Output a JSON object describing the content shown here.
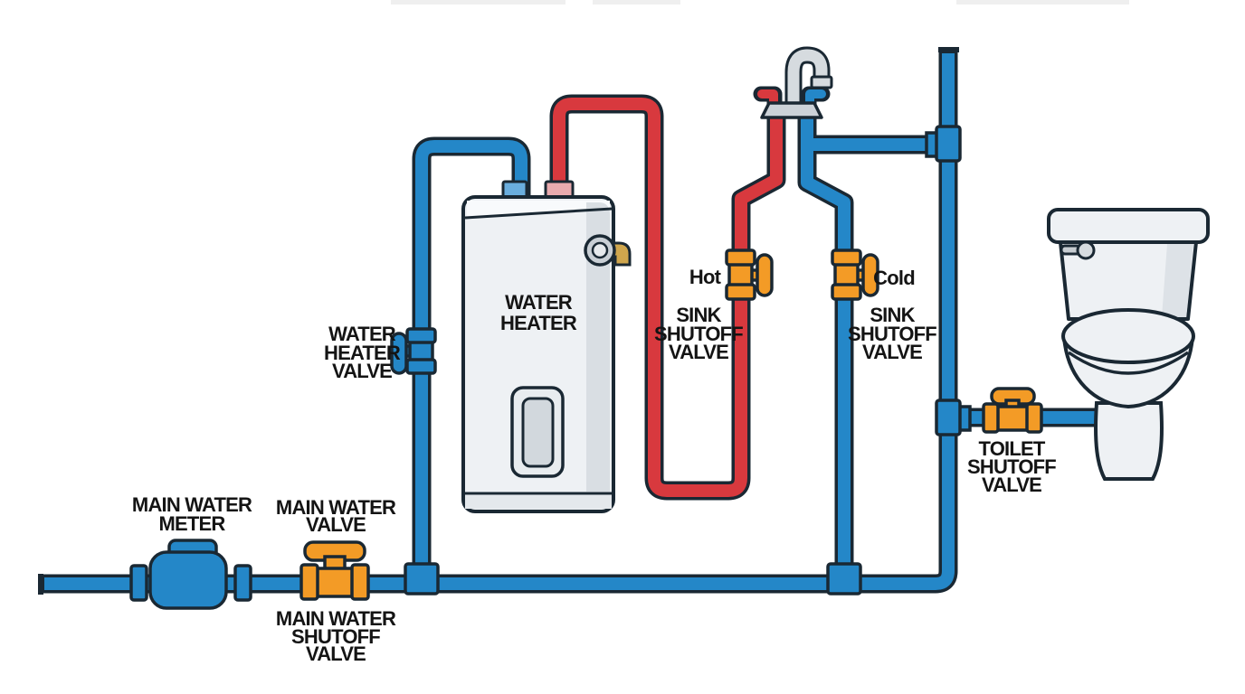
{
  "diagram": {
    "type": "plumbing-shutoff-valve-diagram",
    "labels": {
      "main_water_meter": [
        "MAIN WATER",
        "METER"
      ],
      "main_water_valve": [
        "MAIN WATER",
        "VALVE"
      ],
      "main_water_shutoff_valve": [
        "MAIN WATER",
        "SHUTOFF",
        "VALVE"
      ],
      "water_heater_valve": [
        "WATER",
        "HEATER",
        "VALVE"
      ],
      "water_heater": [
        "WATER",
        "HEATER"
      ],
      "hot": "Hot",
      "cold": "Cold",
      "sink_shutoff_valve_hot": [
        "SINK",
        "SHUTOFF",
        "VALVE"
      ],
      "sink_shutoff_valve_cold": [
        "SINK",
        "SHUTOFF",
        "VALVE"
      ],
      "toilet_shutoff_valve": [
        "TOILET",
        "SHUTOFF",
        "VALVE"
      ]
    },
    "colors": {
      "cold_pipe": "#2487c8",
      "hot_pipe": "#d8393e",
      "valve_orange": "#f39b26",
      "outline": "#1a2833",
      "fixture_grey": "#eef1f4",
      "brass_spout": "#cfa64d",
      "label_text": "#141414"
    }
  }
}
